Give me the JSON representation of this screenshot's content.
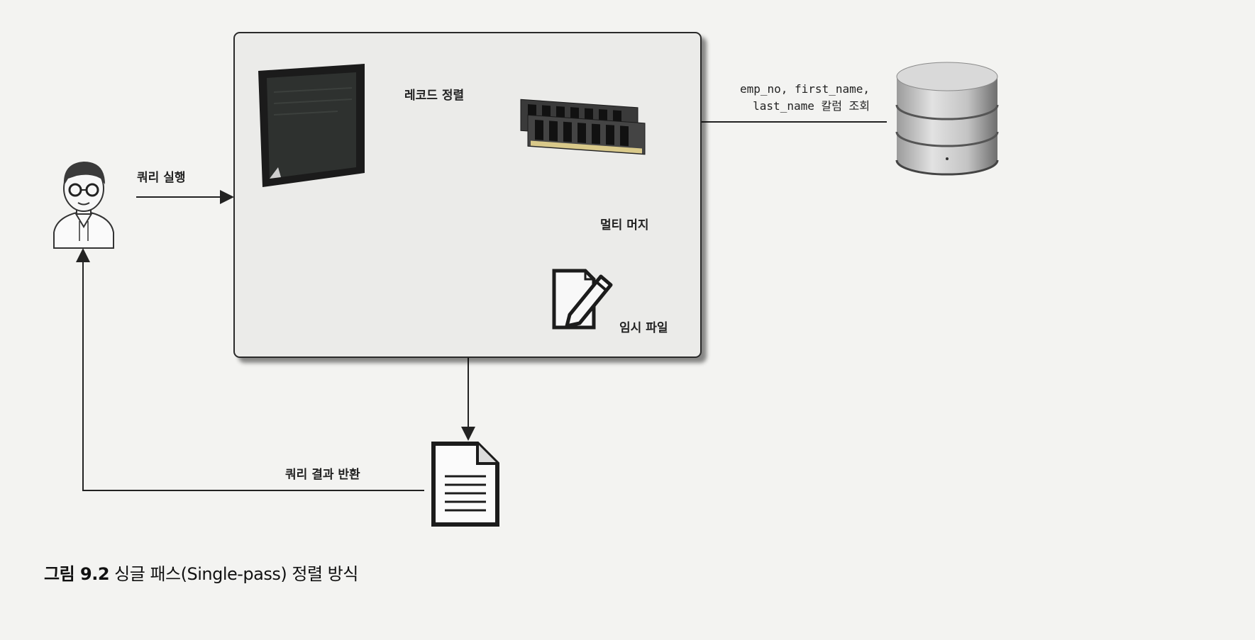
{
  "labels": {
    "record_sort": "레코드 정렬",
    "query_exec": "쿼리 실행",
    "column_lookup_line1": "emp_no, first_name,",
    "column_lookup_line2": "last_name 칼럼 조회",
    "multi_merge": "멀티 머지",
    "temp_file": "임시 파일",
    "query_result_return": "쿼리 결과 반환"
  },
  "caption": {
    "figure_number": "그림 9.2",
    "text": "싱글 패스(Single-pass) 정렬 방식"
  },
  "icons": [
    "user-icon",
    "cpu-chip-icon",
    "memory-ram-icon",
    "database-icon",
    "temp-file-edit-icon",
    "result-document-icon"
  ],
  "colors": {
    "panel_bg": "#ebebe9",
    "page_bg": "#f3f3f1",
    "stroke": "#222222"
  }
}
